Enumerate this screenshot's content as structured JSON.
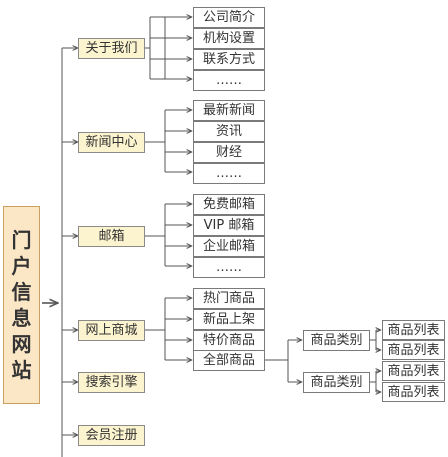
{
  "root": {
    "label": "门户信息网站",
    "chars": [
      "门",
      "户",
      "信",
      "息",
      "网",
      "站"
    ]
  },
  "categories": [
    {
      "id": "about",
      "label": "关于我们",
      "children": [
        "公司简介",
        "机构设置",
        "联系方式",
        "……"
      ]
    },
    {
      "id": "news",
      "label": "新闻中心",
      "children": [
        "最新新闻",
        "资讯",
        "财经",
        "……"
      ]
    },
    {
      "id": "mail",
      "label": "邮箱",
      "children": [
        "免费邮箱",
        "VIP 邮箱",
        "企业邮箱",
        "……"
      ]
    },
    {
      "id": "mall",
      "label": "网上商城",
      "children": [
        "热门商品",
        "新品上架",
        "特价商品",
        "全部商品"
      ]
    },
    {
      "id": "search",
      "label": "搜索引擎",
      "children": []
    },
    {
      "id": "member",
      "label": "会员注册",
      "children": []
    }
  ],
  "mall_detail": {
    "product_types": [
      "商品类别",
      "商品类别"
    ],
    "product_lists": [
      "商品列表",
      "商品列表",
      "商品列表",
      "商品列表"
    ]
  },
  "colors": {
    "line": "#555555",
    "root_fill": "#fbe6c6",
    "category_fill": "#fbf4cf"
  }
}
